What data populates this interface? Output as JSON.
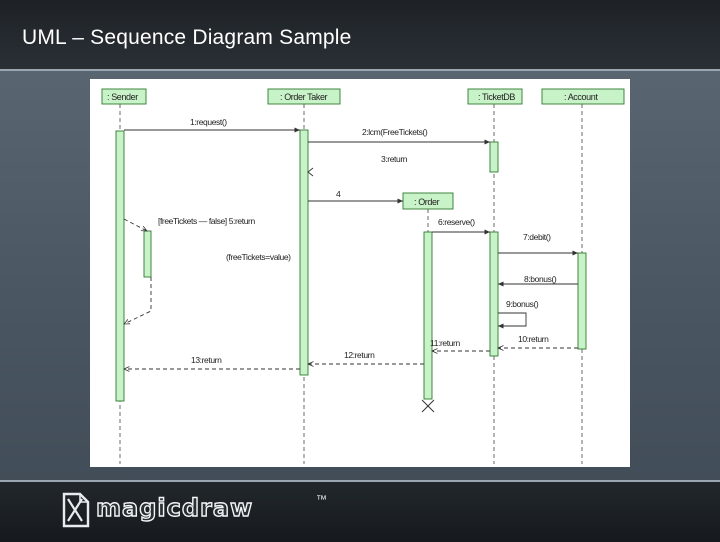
{
  "slide": {
    "title": "UML – Sequence Diagram Sample"
  },
  "diagram": {
    "lifelines": [
      {
        "id": "sender",
        "label": ": Sender"
      },
      {
        "id": "ordertaker",
        "label": ": Order Taker"
      },
      {
        "id": "ticketdb",
        "label": ": TicketDB"
      },
      {
        "id": "account",
        "label": ": Account"
      },
      {
        "id": "order",
        "label": ": Order"
      }
    ],
    "messages": [
      {
        "label": "1:request()"
      },
      {
        "label": "2:lcm(FreeTickets()"
      },
      {
        "label": "3:return"
      },
      {
        "label": "4"
      },
      {
        "label": "[freeTickets — false] 5:return"
      },
      {
        "label": "6:reserve()"
      },
      {
        "label": "(freeTickets=value)"
      },
      {
        "label": "7:debit()"
      },
      {
        "label": "8:bonus()"
      },
      {
        "label": "9:bonus()"
      },
      {
        "label": "10:return"
      },
      {
        "label": "11:return"
      },
      {
        "label": "12:return"
      },
      {
        "label": "13:return"
      }
    ]
  },
  "logo": {
    "text": "magicdraw",
    "trademark": "™"
  },
  "colors": {
    "header": "#1e2227",
    "slide_background": "#4d5a66",
    "lifeline_fill": "#c8f2c8",
    "lifeline_stroke": "#2f7a2f"
  }
}
